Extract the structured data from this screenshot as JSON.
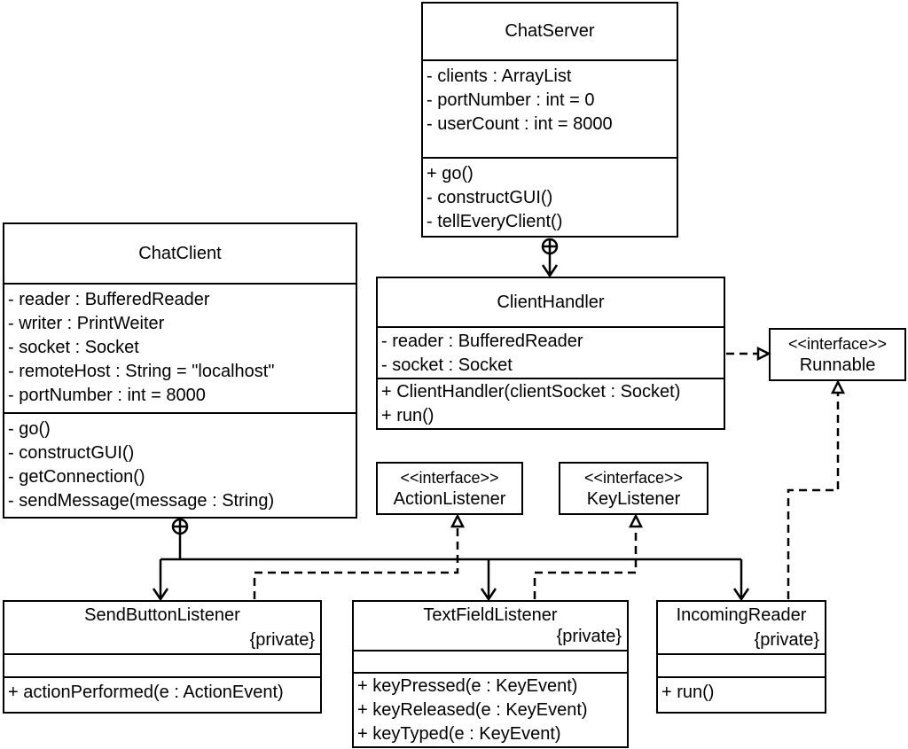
{
  "classes": {
    "chat_server": {
      "name": "ChatServer",
      "attributes": [
        "- clients : ArrayList",
        "- portNumber : int = 0",
        "- userCount : int = 8000"
      ],
      "operations": [
        "+ go()",
        "- constructGUI()",
        "- tellEveryClient()"
      ]
    },
    "chat_client": {
      "name": "ChatClient",
      "attributes": [
        "- reader : BufferedReader",
        "- writer : PrintWeiter",
        "- socket : Socket",
        "- remoteHost : String = \"localhost\"",
        "- portNumber : int  = 8000"
      ],
      "operations": [
        "- go()",
        "- constructGUI()",
        "- getConnection()",
        "- sendMessage(message : String)"
      ]
    },
    "client_handler": {
      "name": "ClientHandler",
      "attributes": [
        "- reader : BufferedReader",
        "- socket : Socket"
      ],
      "operations": [
        "+ ClientHandler(clientSocket : Socket)",
        "+ run()"
      ]
    },
    "runnable": {
      "stereotype": "<<interface>>",
      "name": "Runnable"
    },
    "action_listener": {
      "stereotype": "<<interface>>",
      "name": "ActionListener"
    },
    "key_listener": {
      "stereotype": "<<interface>>",
      "name": "KeyListener"
    },
    "send_button_listener": {
      "name": "SendButtonListener",
      "modifier": "{private}",
      "operations": [
        "+ actionPerformed(e : ActionEvent)"
      ]
    },
    "text_field_listener": {
      "name": "TextFieldListener",
      "modifier": "{private}",
      "operations": [
        "+ keyPressed(e : KeyEvent)",
        "+ keyReleased(e : KeyEvent)",
        "+ keyTyped(e : KeyEvent)"
      ]
    },
    "incoming_reader": {
      "name": "IncomingReader",
      "modifier": "{private}",
      "operations": [
        "+ run()"
      ]
    }
  },
  "relationships": [
    {
      "type": "nesting",
      "from": "ChatServer",
      "to": "ClientHandler"
    },
    {
      "type": "nesting",
      "from": "ChatClient",
      "to": "SendButtonListener"
    },
    {
      "type": "nesting",
      "from": "ChatClient",
      "to": "TextFieldListener"
    },
    {
      "type": "nesting",
      "from": "ChatClient",
      "to": "IncomingReader"
    },
    {
      "type": "realization",
      "from": "ClientHandler",
      "to": "Runnable"
    },
    {
      "type": "realization",
      "from": "IncomingReader",
      "to": "Runnable"
    },
    {
      "type": "realization",
      "from": "SendButtonListener",
      "to": "ActionListener"
    },
    {
      "type": "realization",
      "from": "TextFieldListener",
      "to": "KeyListener"
    }
  ]
}
